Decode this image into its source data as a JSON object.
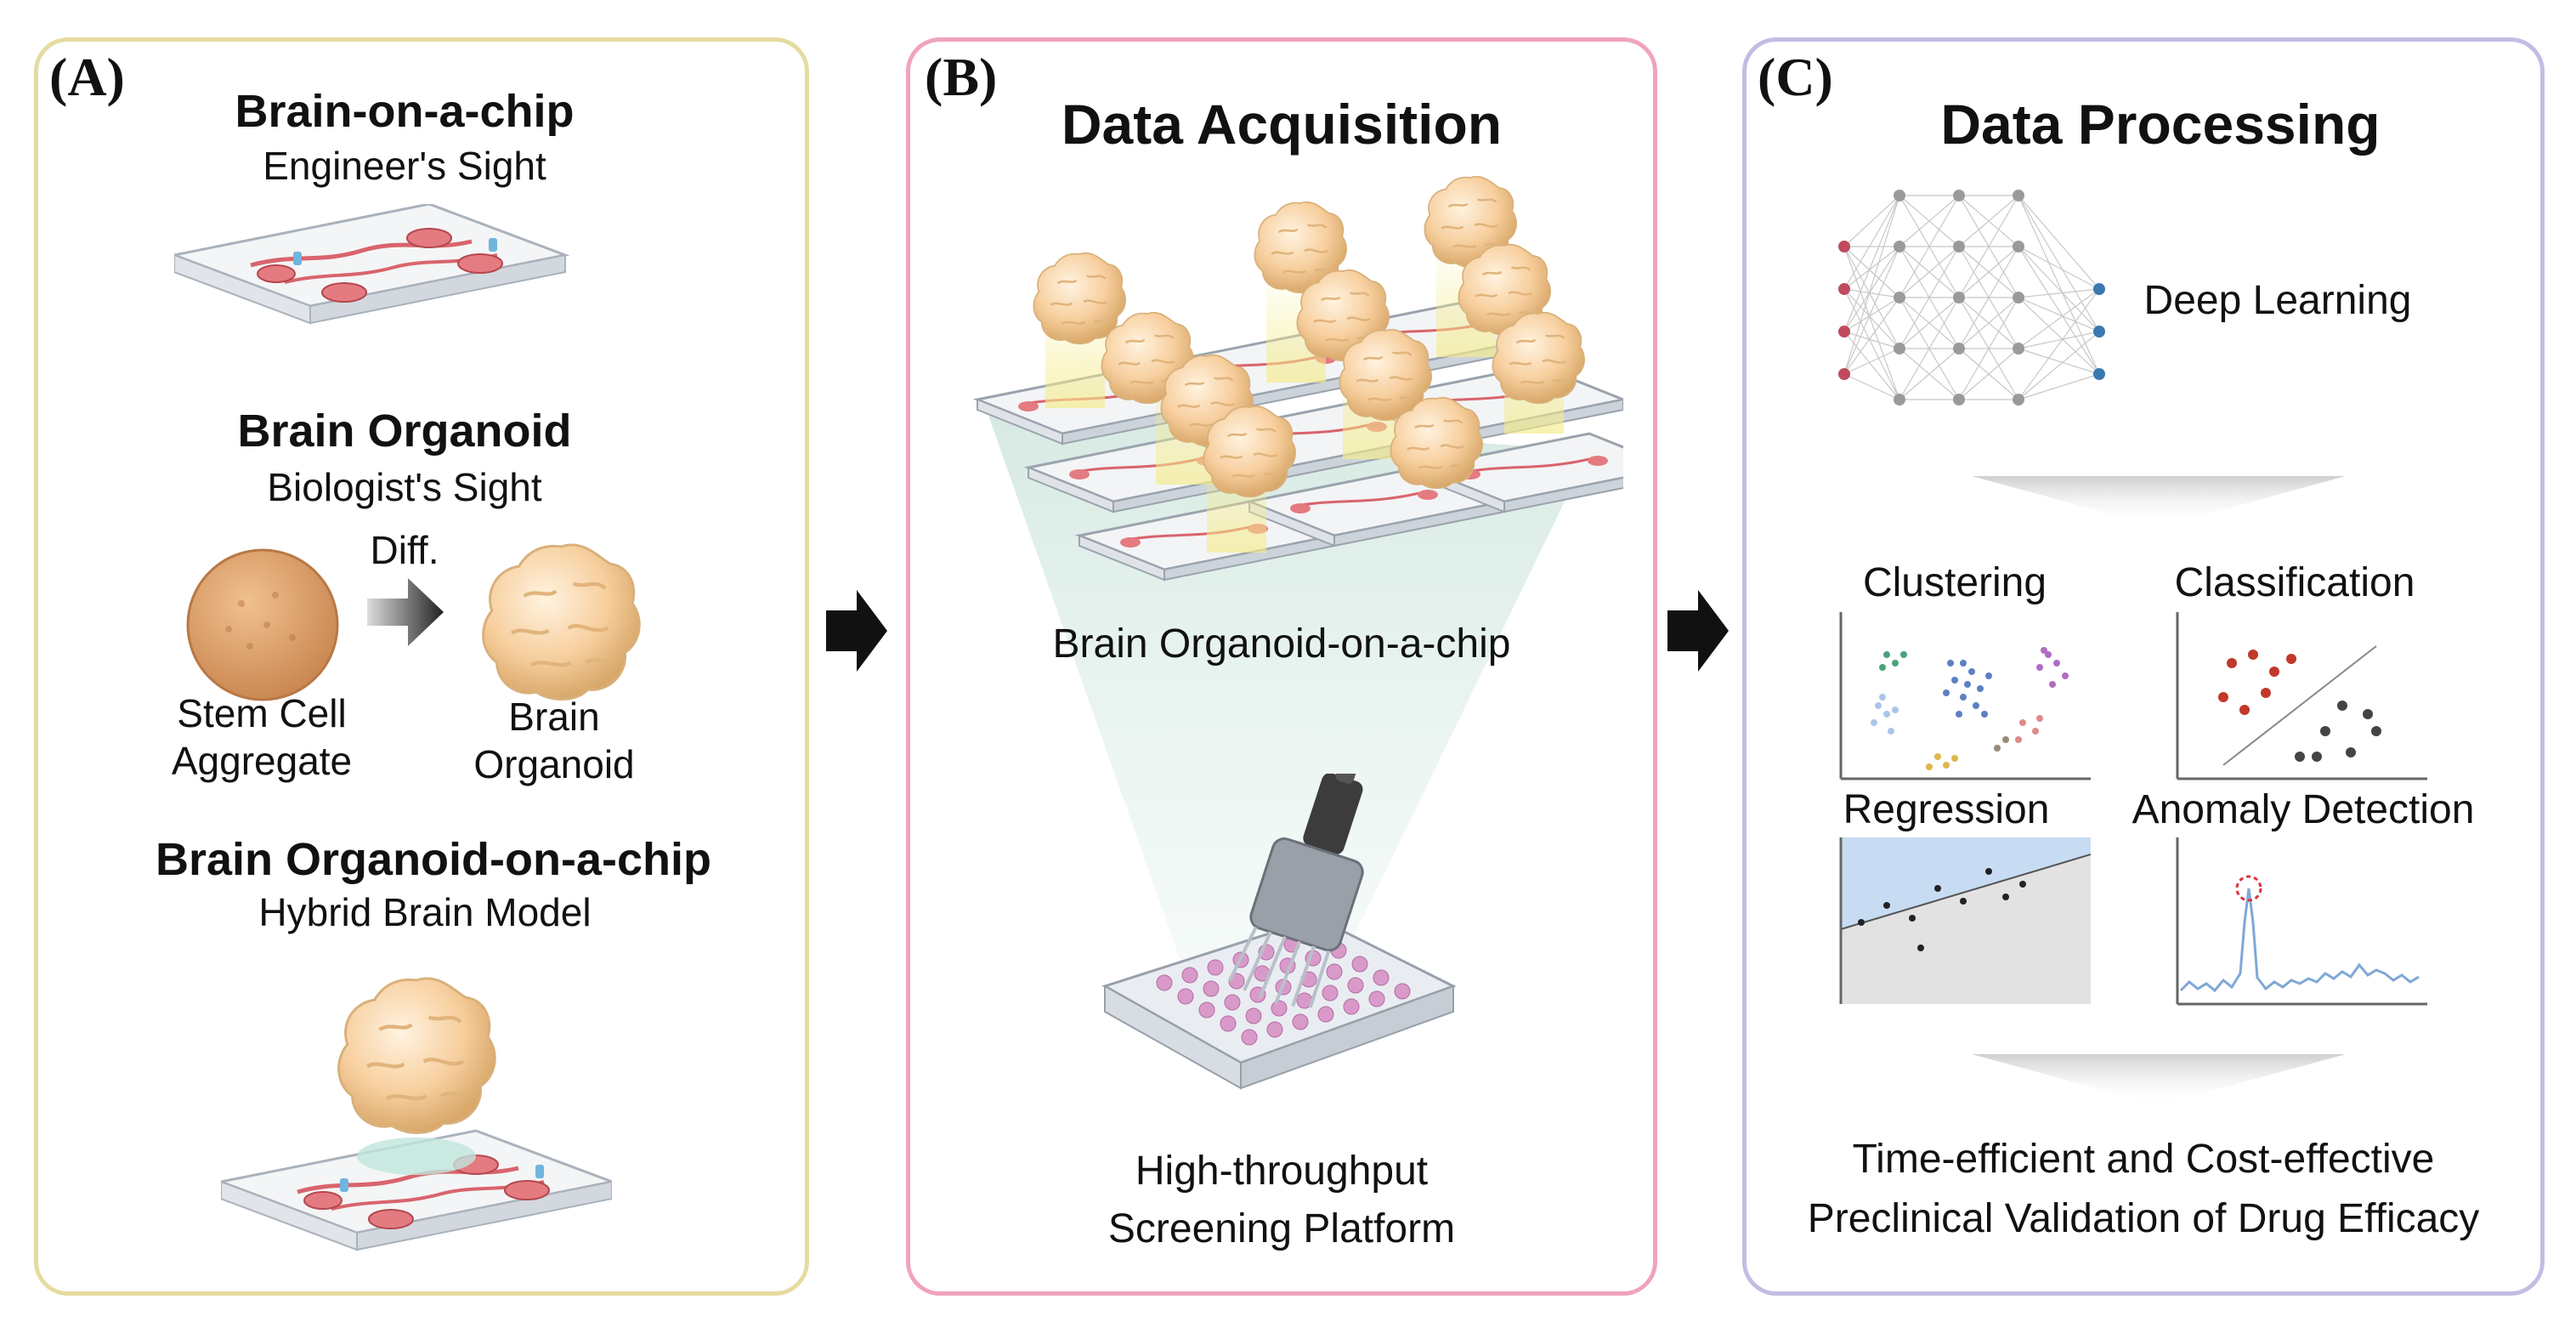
{
  "panel_a": {
    "label": "(A)",
    "chip_title": "Brain-on-a-chip",
    "chip_subtitle": "Engineer's Sight",
    "organoid_title": "Brain Organoid",
    "organoid_subtitle": "Biologist's Sight",
    "diff_label": "Diff.",
    "stem_label_1": "Stem Cell",
    "stem_label_2": "Aggregate",
    "brain_label_1": "Brain",
    "brain_label_2": "Organoid",
    "hybrid_title": "Brain Organoid-on-a-chip",
    "hybrid_subtitle": "Hybrid Brain Model"
  },
  "panel_b": {
    "label": "(B)",
    "title": "Data Acquisition",
    "array_caption": "Brain Organoid-on-a-chip",
    "platform_1": "High-throughput",
    "platform_2": "Screening Platform"
  },
  "panel_c": {
    "label": "(C)",
    "title": "Data Processing",
    "deep_learning": "Deep Learning",
    "clustering": "Clustering",
    "classification": "Classification",
    "regression": "Regression",
    "anomaly": "Anomaly Detection",
    "conclusion_1": "Time-efficient and Cost-effective",
    "conclusion_2": "Preclinical Validation of Drug Efficacy"
  },
  "colors": {
    "panel_a_border": "#e6dba0",
    "panel_b_border": "#f0a3bd",
    "panel_c_border": "#c3bce4",
    "organoid": "#f7cf9e",
    "stem_cell": "#e0a371",
    "chip_channel": "#d9646c",
    "glow": "#f5ec8a",
    "plate_wells": "#d99ac9"
  },
  "icons": [
    "arrow-right-icon",
    "microfluidic-chip-icon",
    "organoid-icon",
    "stem-cell-icon",
    "pipette-icon",
    "well-plate-icon",
    "neural-network-icon",
    "chevron-down-icon"
  ]
}
